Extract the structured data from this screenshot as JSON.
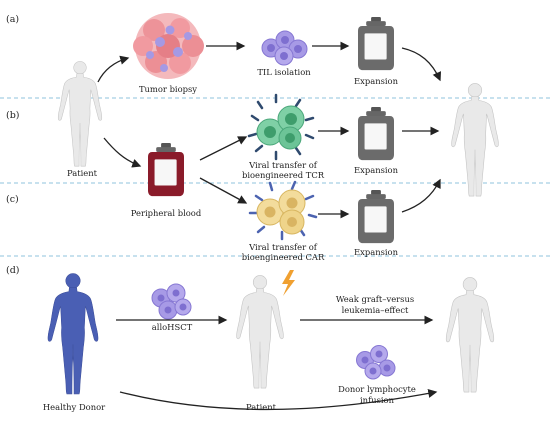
{
  "sections": [
    {
      "id": "a",
      "label": "(a)"
    },
    {
      "id": "b",
      "label": "(b)"
    },
    {
      "id": "c",
      "label": "(c)"
    },
    {
      "id": "d",
      "label": "(d)"
    }
  ],
  "labels": {
    "tumor_biopsy": "Tumor biopsy",
    "til_isolation": "TIL isolation",
    "expansion_a": "Expansion",
    "expansion_b": "Expansion",
    "expansion_c": "Expansion",
    "patient_top": "Patient",
    "peripheral_blood": "Peripheral blood",
    "tcr_line1": "Viral transfer of",
    "tcr_line2": "bioengineered TCR",
    "car_line1": "Viral transfer of",
    "car_line2": "bioengineered CAR",
    "healthy_donor": "Healthy Donor",
    "allohsct": "alloHSCT",
    "patient_bottom": "Patient",
    "gvl_line1": "Weak graft–versus",
    "gvl_line2": "leukemia–effect",
    "dli_line1": "Donor lymphocyte",
    "dli_line2": "infusion"
  },
  "colors": {
    "divider": "#8fc3dc",
    "figure_grey": "#e9e9e9",
    "figure_stroke": "#c4c4c4",
    "donor_blue": "#4a5fb4",
    "tumor_pink": "#f0a0a5",
    "lymphocyte_purple": "#9c8be0",
    "blood_red": "#8a1b2a",
    "tcr_green": "#5fbf8e",
    "car_yellow": "#efd48a",
    "bag_grey": "#6b6b6b",
    "lightning": "#f0a030"
  },
  "icons": [
    "human-figure-icon",
    "tumor-biopsy-icon",
    "lymphocyte-cluster-icon",
    "cell-bag-icon",
    "blood-bag-icon",
    "tcr-t-cells-icon",
    "car-t-cells-icon",
    "lightning-icon"
  ]
}
